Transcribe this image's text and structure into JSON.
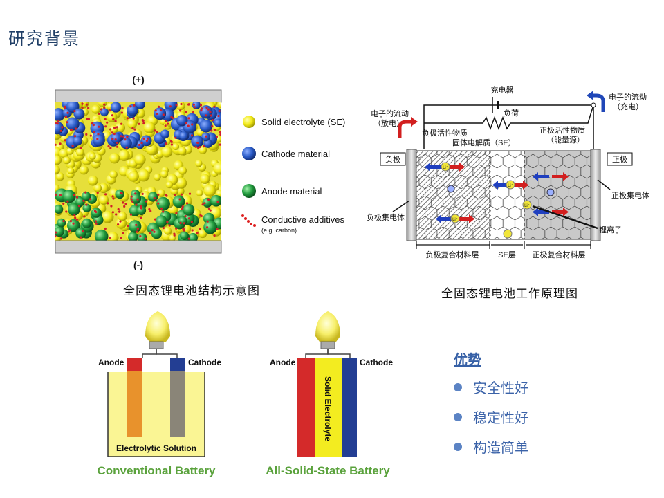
{
  "header": {
    "title": "研究背景"
  },
  "structure_figure": {
    "plus_label": "(+)",
    "minus_label": "(-)",
    "legend": {
      "se": "Solid electrolyte (SE)",
      "cathode": "Cathode material",
      "anode": "Anode material",
      "conductive": "Conductive additives",
      "conductive_note": "(e.g. carbon)"
    },
    "caption": "全固态锂电池结构示意图"
  },
  "principle_figure": {
    "charger": "充电器",
    "load": "负荷",
    "e_flow_left": "电子的流动",
    "e_flow_left_sub": "（放电）",
    "e_flow_right": "电子的流动",
    "e_flow_right_sub": "（充电）",
    "neg_active": "负极活性物质",
    "solid_electrolyte": "固体电解质（SE）",
    "pos_active": "正极活性物质",
    "pos_active_sub": "（能量源）",
    "neg_pole": "负极",
    "pos_pole": "正极",
    "neg_collector": "负极集电体",
    "pos_collector": "正极集电体",
    "li_ion": "锂离子",
    "neg_layer": "负极复合材料层",
    "se_layer": "SE层",
    "pos_layer": "正极复合材料层",
    "ion_symbol": "Li⁺",
    "caption": "全固态锂电池工作原理图"
  },
  "battery_compare": {
    "anode": "Anode",
    "cathode": "Cathode",
    "electrolytic_solution": "Electrolytic Solution",
    "solid_electrolyte": "Solid Electrolyte",
    "conventional": "Conventional Battery",
    "all_solid": "All-Solid-State Battery"
  },
  "advantages": {
    "title": "优势",
    "items": [
      "安全性好",
      "稳定性好",
      "构造简单"
    ]
  },
  "colors": {
    "title": "#1f3e66",
    "accent_blue": "#3a62a8",
    "green_label": "#5aa23c",
    "anode_red": "#d42a2a",
    "cathode_blue": "#233e93",
    "electrolyte_yellow": "#f3ec20"
  }
}
